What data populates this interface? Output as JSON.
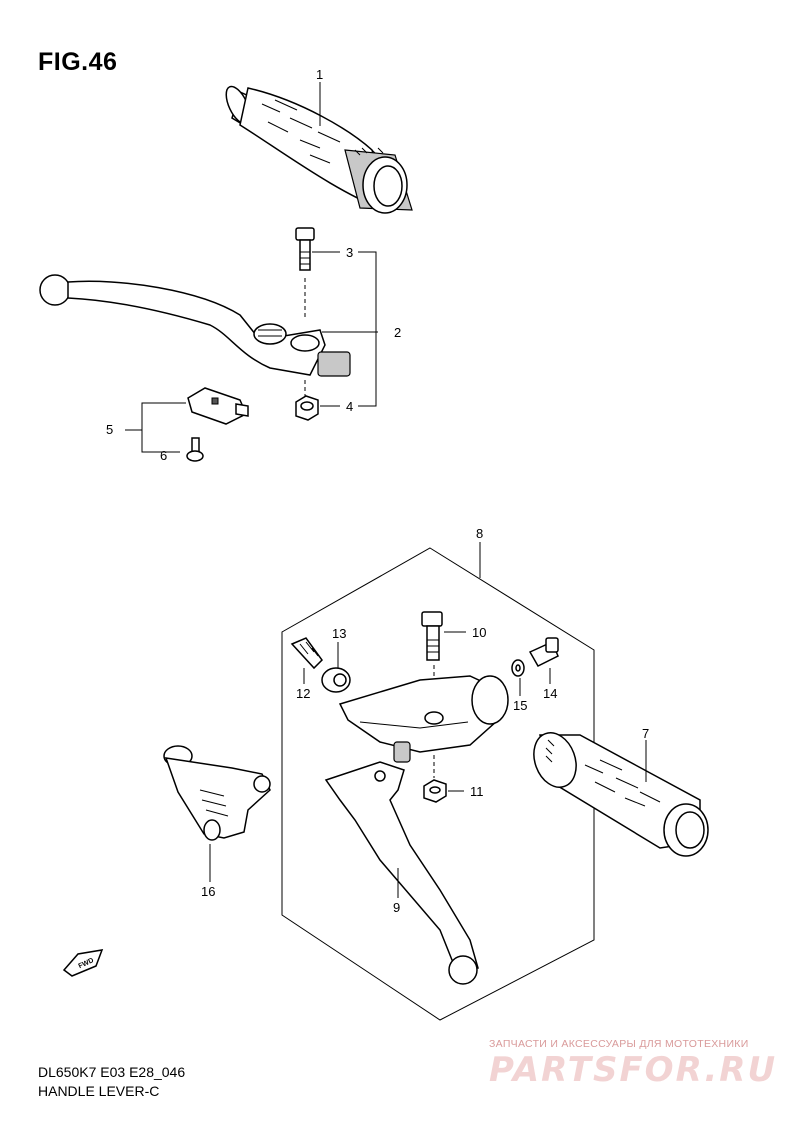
{
  "figure": {
    "title": "FIG.46"
  },
  "footer": {
    "model_code": "DL650K7 E03 E28_046",
    "part_name": "HANDLE LEVER-C"
  },
  "watermark": {
    "subtitle": "ЗАПЧАСТИ И АКСЕССУАРЫ ДЛЯ МОТОТЕХНИКИ",
    "logo": "PARTSFOR.RU",
    "color": "#e7a8a8"
  },
  "fwd_label": "FWD",
  "callouts": [
    "1",
    "2",
    "3",
    "4",
    "5",
    "6",
    "7",
    "8",
    "9",
    "10",
    "11",
    "12",
    "13",
    "14",
    "15",
    "16"
  ]
}
